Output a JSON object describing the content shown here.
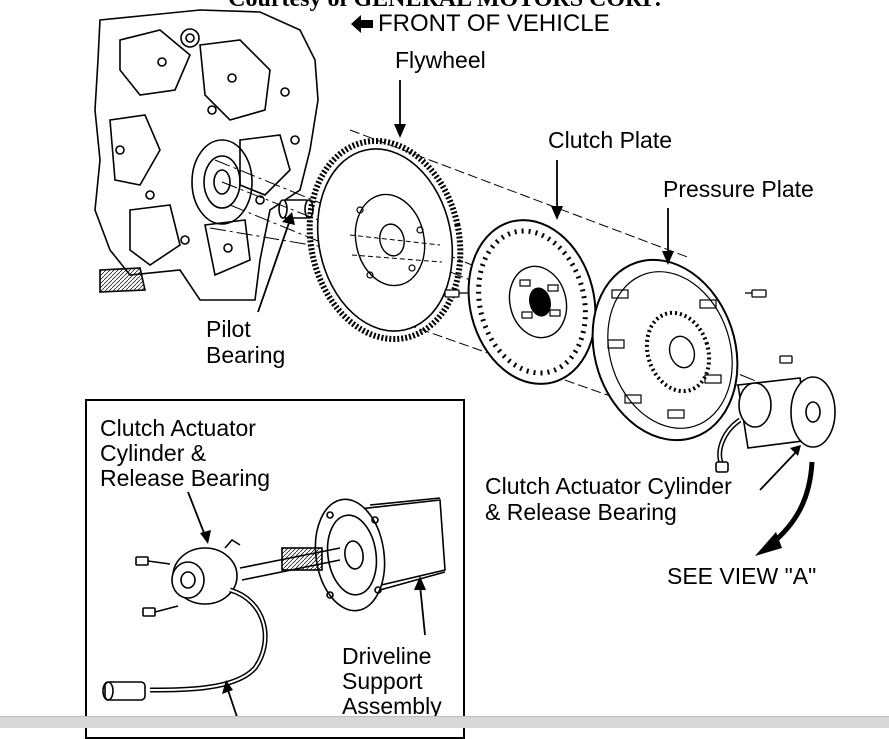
{
  "credit": "Courtesy of GENERAL MOTORS CORP.",
  "front_label": "FRONT OF VEHICLE",
  "labels": {
    "flywheel": "Flywheel",
    "clutch_plate": "Clutch Plate",
    "pressure_plate": "Pressure Plate",
    "pilot_bearing_line1": "Pilot",
    "pilot_bearing_line2": "Bearing",
    "actuator_line1": "Clutch Actuator Cylinder",
    "actuator_line2": "& Release Bearing",
    "see_view": "SEE VIEW \"A\""
  },
  "inset": {
    "actuator_line1": "Clutch Actuator",
    "actuator_line2": "Cylinder &",
    "actuator_line3": "Release Bearing",
    "driveline_line1": "Driveline",
    "driveline_line2": "Support",
    "driveline_line3": "Assembly"
  },
  "icons": {
    "front_arrow": "arrow-left-icon"
  }
}
